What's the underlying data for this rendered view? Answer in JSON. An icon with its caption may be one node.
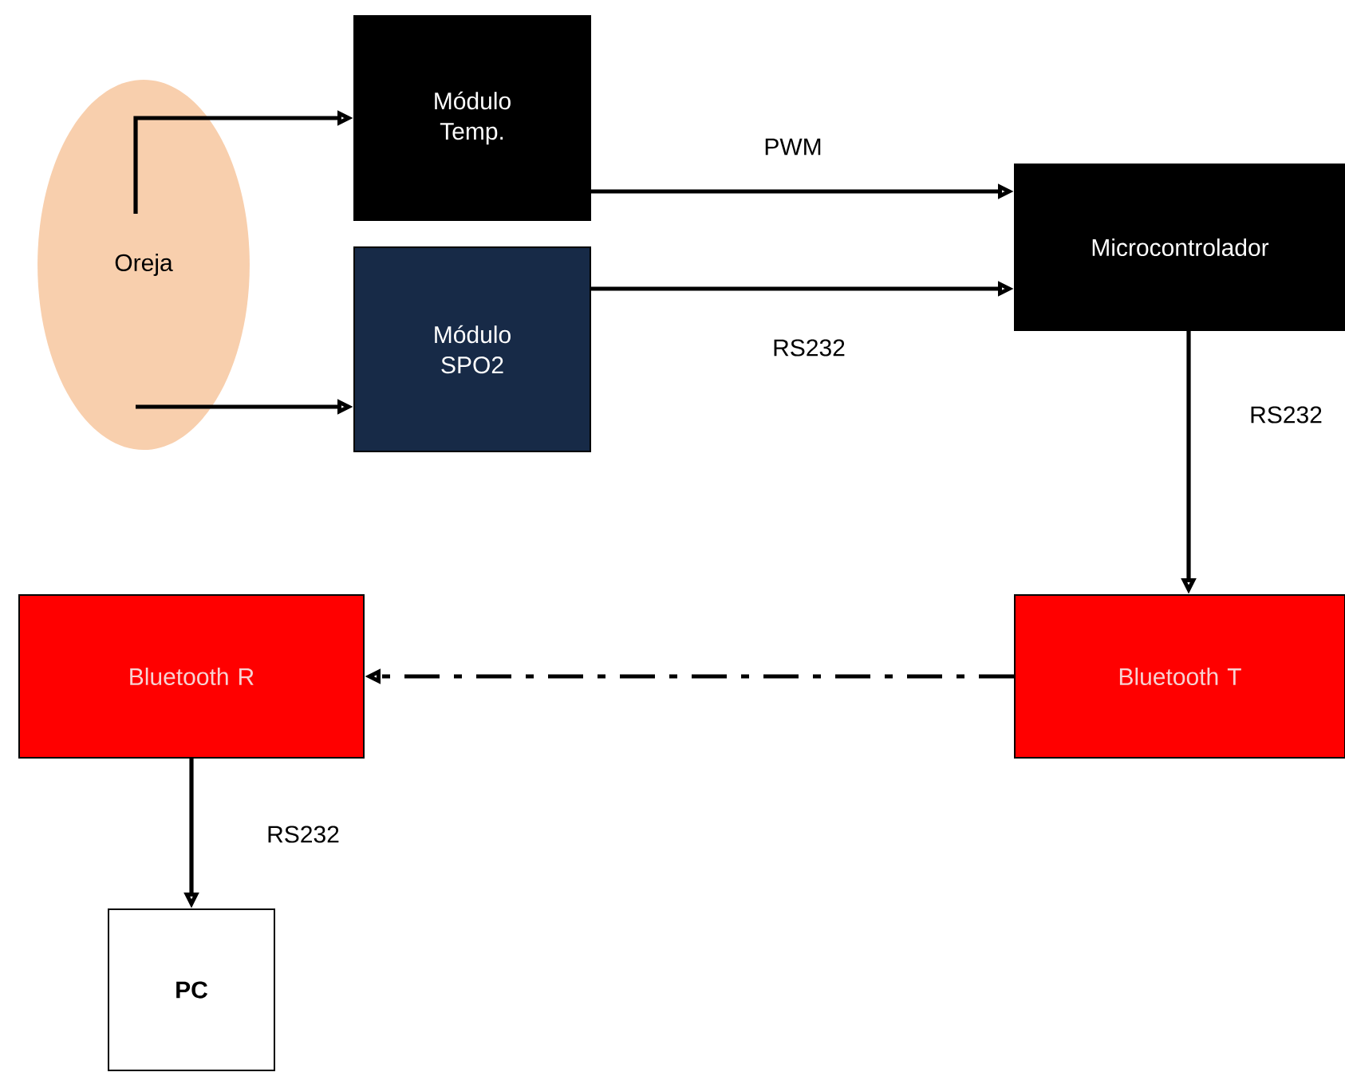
{
  "diagram": {
    "nodes": [
      {
        "text": [
          "Oreja"
        ]
      },
      {
        "text": [
          "Módulo Temp."
        ]
      },
      {
        "text": [
          "Módulo SPO2"
        ]
      },
      {
        "text": [
          "Microcontrolador"
        ]
      },
      {
        "text": [
          "Bluetooth R"
        ]
      },
      {
        "text": [
          "Bluetooth T"
        ]
      },
      {
        "text": [
          "PC"
        ]
      }
    ],
    "edges": [
      {
        "from": 0,
        "to": 1,
        "arrow": "to"
      },
      {
        "from": 0,
        "to": 2,
        "arrow": "to"
      },
      {
        "from": 1,
        "to": 3,
        "arrow": "to",
        "label": "PWM"
      },
      {
        "from": 2,
        "to": 3,
        "arrow": "to",
        "label": "RS232"
      },
      {
        "from": 3,
        "to": 5,
        "arrow": "to",
        "label": "RS232"
      },
      {
        "from": 5,
        "to": 4,
        "arrow": "to",
        "style": "dashed"
      },
      {
        "from": 4,
        "to": 6,
        "arrow": "to",
        "label": "RS232"
      }
    ]
  }
}
